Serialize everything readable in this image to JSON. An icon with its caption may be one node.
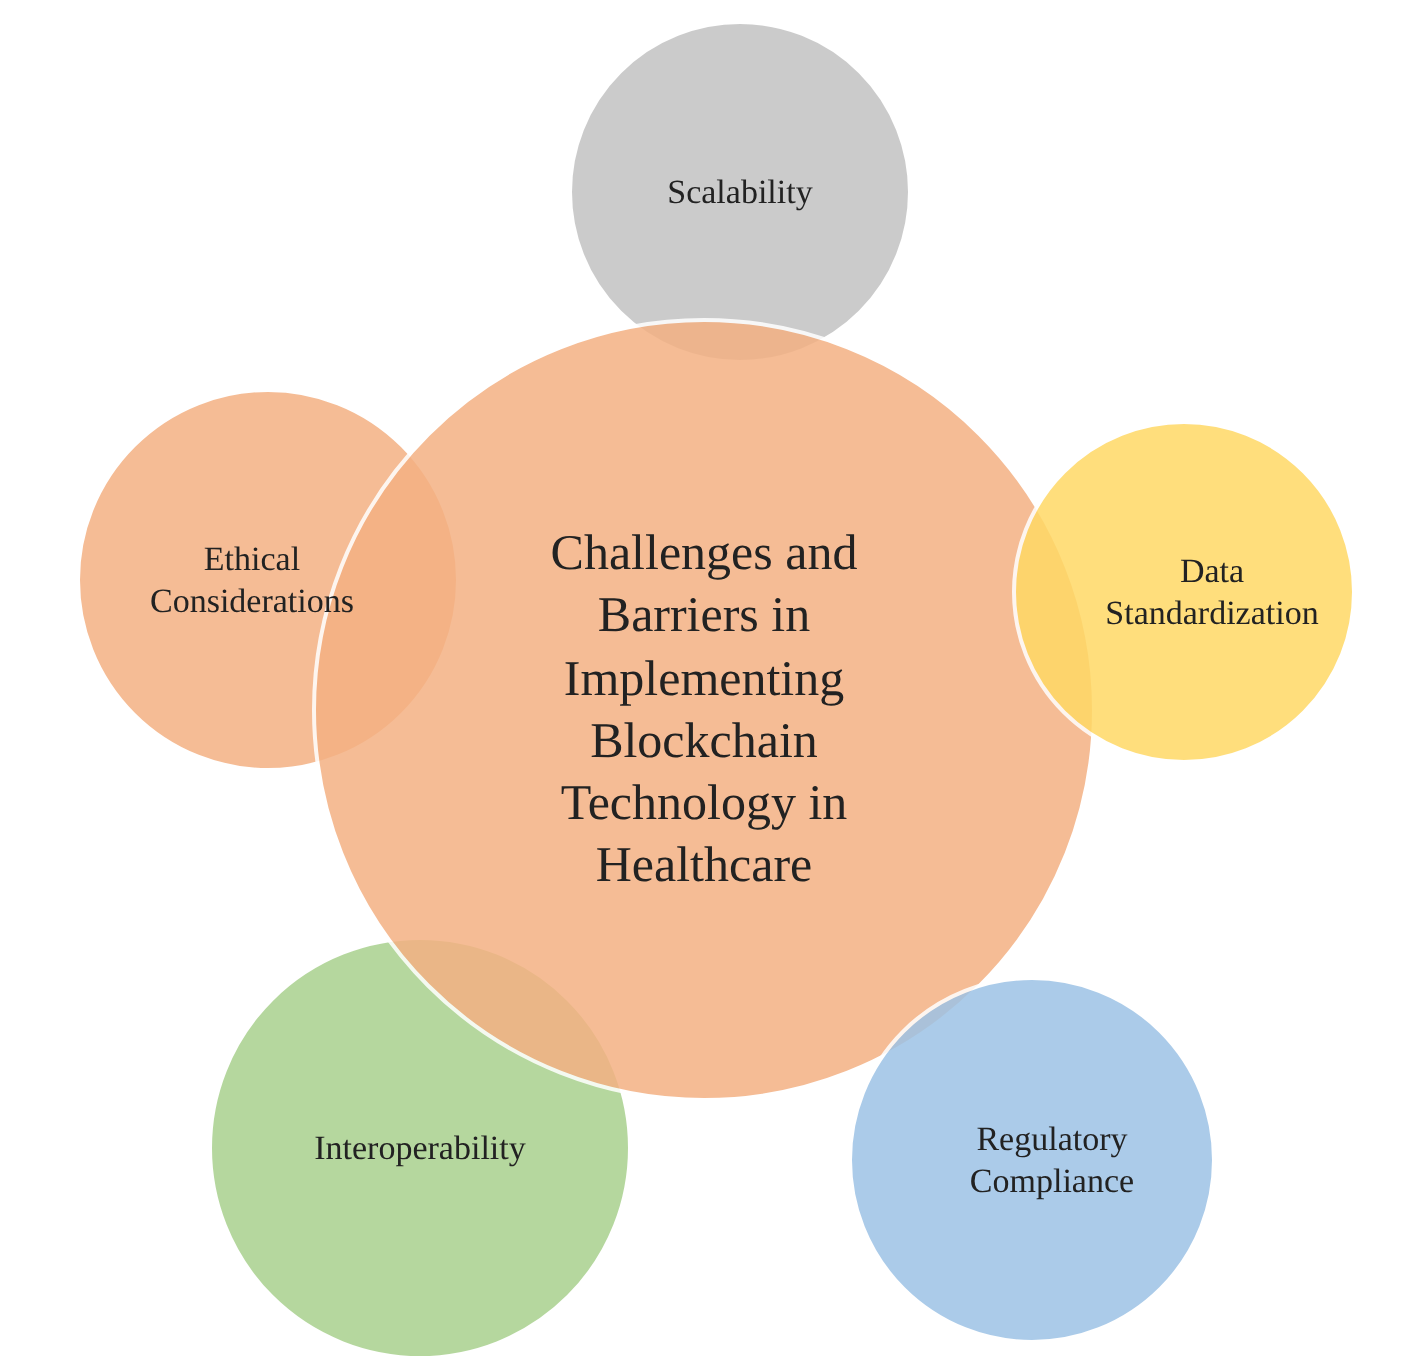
{
  "diagram": {
    "nodes": [
      {
        "text": [
          "Challenges and Barriers in Implementing Blockchain Technology in Healthcare"
        ]
      },
      {
        "text": [
          "Scalability"
        ]
      },
      {
        "text": [
          "Data Standardization"
        ]
      },
      {
        "text": [
          "Regulatory Compliance"
        ]
      },
      {
        "text": [
          "Interoperability"
        ]
      },
      {
        "text": [
          "Ethical Considerations"
        ]
      }
    ]
  }
}
